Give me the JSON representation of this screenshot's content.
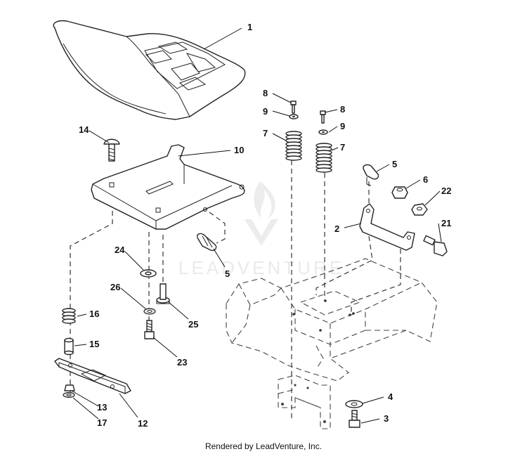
{
  "callouts": {
    "c1": "1",
    "c2": "2",
    "c3": "3",
    "c4": "4",
    "c5a": "5",
    "c5b": "5",
    "c6": "6",
    "c7a": "7",
    "c7b": "7",
    "c8a": "8",
    "c8b": "8",
    "c9a": "9",
    "c9b": "9",
    "c10": "10",
    "c12": "12",
    "c13": "13",
    "c14": "14",
    "c15": "15",
    "c16": "16",
    "c17": "17",
    "c21": "21",
    "c22": "22",
    "c23": "23",
    "c24": "24",
    "c25": "25",
    "c26": "26"
  },
  "watermark": {
    "text": "LEADVENTURE"
  },
  "footer": {
    "text": "Rendered by LeadVenture, Inc."
  }
}
